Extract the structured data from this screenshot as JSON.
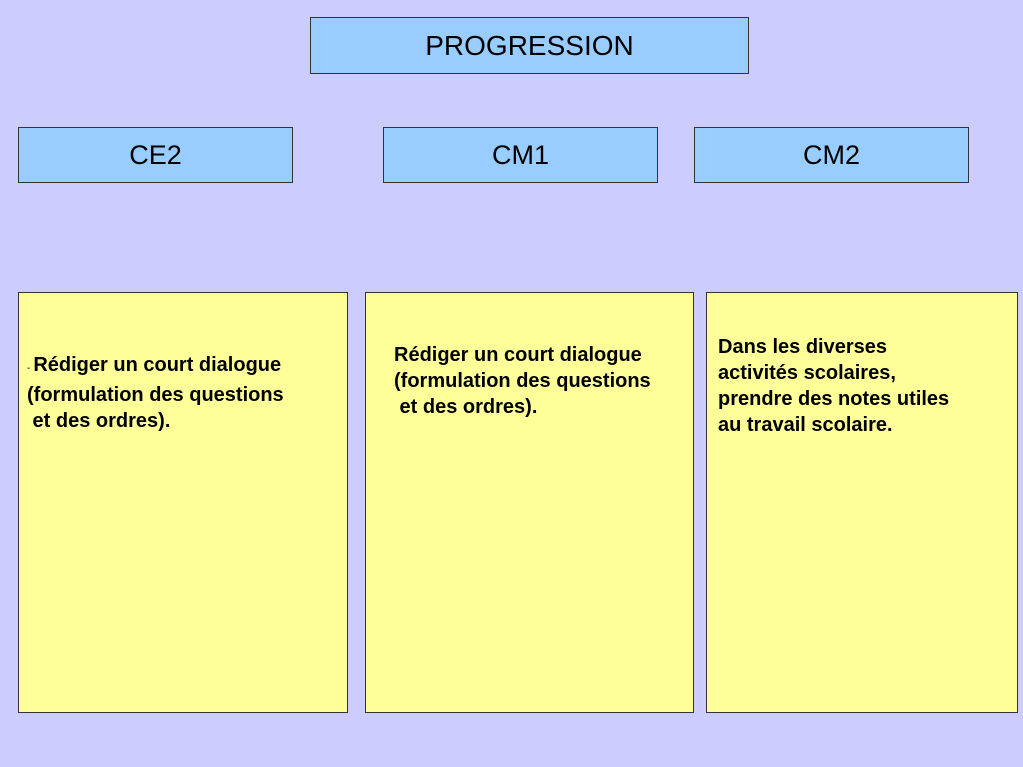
{
  "title": "PROGRESSION",
  "levels": [
    {
      "label": "CE2"
    },
    {
      "label": "CM1"
    },
    {
      "label": "CM2"
    }
  ],
  "columns": [
    {
      "bullet": "-",
      "text": "Rédiger un court dialogue\n(formulation des questions\n et des ordres)."
    },
    {
      "text": "Rédiger un court dialogue\n(formulation des questions\n et des ordres)."
    },
    {
      "text": "Dans les diverses\nactivités scolaires,\nprendre des notes utiles\nau travail scolaire."
    }
  ],
  "colors": {
    "background": "#ccccff",
    "header_fill": "#99ccff",
    "content_fill": "#ffff99",
    "border": "#333333",
    "text": "#000000"
  }
}
